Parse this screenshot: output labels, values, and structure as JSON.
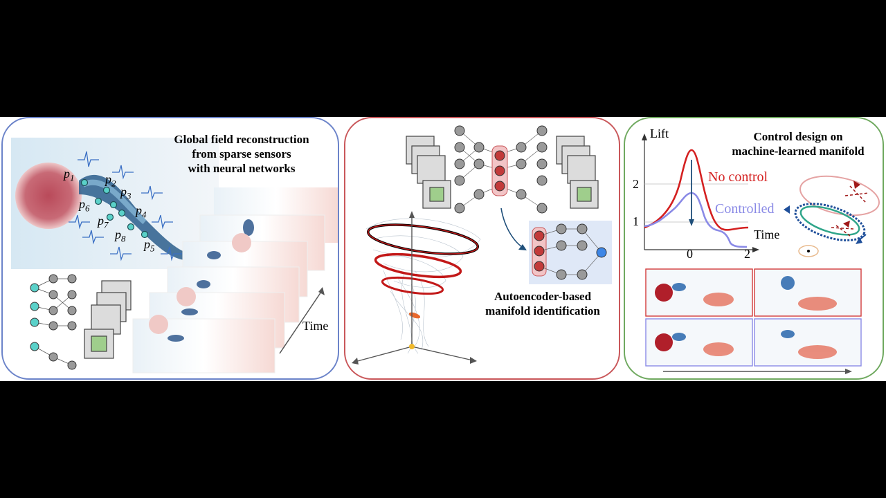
{
  "panels": {
    "reconstruction": {
      "title": "Global field reconstruction\nfrom sparse sensors\nwith neural networks",
      "sensors": [
        "p1",
        "p2",
        "p3",
        "p4",
        "p5",
        "p6",
        "p7",
        "p8"
      ],
      "time_label": "Time",
      "border_color": "#6b83c9"
    },
    "manifold": {
      "title": "Autoencoder-based\nmanifold identification",
      "border_color": "#c9575a"
    },
    "control": {
      "title": "Control design on\nmachine-learned manifold",
      "y_label": "Lift",
      "x_label": "Time",
      "series": [
        {
          "name": "No control",
          "color": "#d42020"
        },
        {
          "name": "Controlled",
          "color": "#8a8ae6"
        }
      ],
      "y_ticks": [
        "2",
        "1"
      ],
      "x_ticks": [
        "0",
        "2"
      ],
      "border_color": "#6fa95f"
    }
  }
}
